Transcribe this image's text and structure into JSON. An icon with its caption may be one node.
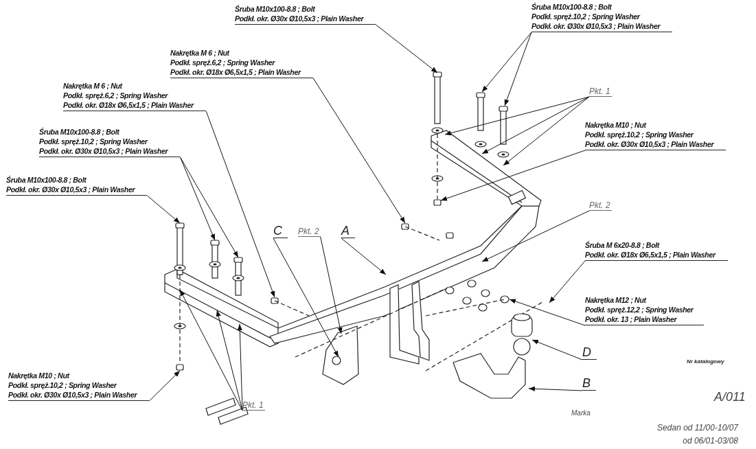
{
  "diagram": {
    "nodes": [
      {
        "text": [
          "Śruba M10x100-8.8 ; Bolt",
          "Podkł. okr. Ø30x Ø10,5x3 ; Plain Washer"
        ]
      },
      {
        "text": [
          "Śruba M10x100-8.8 ; Bolt",
          "Podkł. spręż.10,2 ; Spring Washer",
          "Podkł. okr. Ø30x Ø10,5x3 ; Plain Washer"
        ]
      },
      {
        "text": [
          "Nakrętka M 6 ; Nut",
          "Podkł. spręż.6,2 ; Spring Washer",
          "Podkł. okr. Ø18x Ø6,5x1,5 ; Plain Washer"
        ]
      },
      {
        "text": [
          "Nakrętka M 6 ; Nut",
          "Podkł. spręż.6,2 ; Spring Washer",
          "Podkł. okr. Ø18x Ø6,5x1,5 ; Plain Washer"
        ]
      },
      {
        "text": [
          "Śruba M10x100-8.8 ; Bolt",
          "Podkł. spręż.10,2 ; Spring Washer",
          "Podkł. okr. Ø30x Ø10,5x3 ; Plain Washer"
        ]
      },
      {
        "text": [
          "Śruba M10x100-8.8 ; Bolt",
          "Podkł. okr. Ø30x Ø10,5x3 ; Plain Washer"
        ]
      },
      {
        "text": [
          "Pkt. 1"
        ]
      },
      {
        "text": [
          "Nakrętka M10 ; Nut",
          "Podkł. spręż.10,2 ; Spring Washer",
          "Podkł. okr. Ø30x Ø10,5x3 ; Plain Washer"
        ]
      },
      {
        "text": [
          "Pkt. 2"
        ]
      },
      {
        "text": [
          "Śruba M 6x20-8.8 ; Bolt",
          "Podkł. okr. Ø18x Ø6,5x1,5 ; Plain Washer"
        ]
      },
      {
        "text": [
          "Nakrętka M12 ; Nut",
          "Podkł. spręż.12,2 ; Spring Washer",
          "Podkł. okr. 13 ; Plain Washer"
        ]
      },
      {
        "text": [
          "C"
        ]
      },
      {
        "text": [
          "Pkt. 2"
        ]
      },
      {
        "text": [
          "A"
        ]
      },
      {
        "text": [
          "D"
        ]
      },
      {
        "text": [
          "B"
        ]
      },
      {
        "text": [
          "Nakrętka M10 ; Nut",
          "Podkł. spręż.10,2 ; Spring Washer",
          "Podkł. okr. Ø30x Ø10,5x3 ; Plain Washer"
        ]
      },
      {
        "text": [
          "Pkt. 1"
        ]
      }
    ],
    "edges": [
      {
        "from": 0,
        "to": null,
        "arrow": "to"
      },
      {
        "from": 1,
        "to": null,
        "arrow": "to"
      },
      {
        "from": 1,
        "to": null,
        "arrow": "to"
      },
      {
        "from": 2,
        "to": null,
        "arrow": "to"
      },
      {
        "from": 3,
        "to": null,
        "arrow": "to"
      },
      {
        "from": 4,
        "to": null,
        "arrow": "to"
      },
      {
        "from": 4,
        "to": null,
        "arrow": "to"
      },
      {
        "from": 5,
        "to": null,
        "arrow": "to"
      },
      {
        "from": 6,
        "to": null,
        "arrow": "to"
      },
      {
        "from": 6,
        "to": null,
        "arrow": "to"
      },
      {
        "from": 6,
        "to": null,
        "arrow": "to"
      },
      {
        "from": 7,
        "to": null,
        "arrow": "to"
      },
      {
        "from": 8,
        "to": null,
        "arrow": "to"
      },
      {
        "from": 9,
        "to": null,
        "arrow": "to"
      },
      {
        "from": 10,
        "to": null,
        "arrow": "to"
      },
      {
        "from": 11,
        "to": null,
        "arrow": "to"
      },
      {
        "from": 12,
        "to": null,
        "arrow": "to"
      },
      {
        "from": 13,
        "to": null,
        "arrow": "to"
      },
      {
        "from": 14,
        "to": null,
        "arrow": "to"
      },
      {
        "from": 15,
        "to": null,
        "arrow": "to"
      },
      {
        "from": 16,
        "to": null,
        "arrow": "to"
      },
      {
        "from": 17,
        "to": null,
        "arrow": "to"
      },
      {
        "from": 17,
        "to": null,
        "arrow": "to"
      },
      {
        "from": 17,
        "to": null,
        "arrow": "to"
      }
    ],
    "labels": [
      "Nr katalogowy",
      "A/011",
      "Marka",
      "Sedan od 11/00-10/07",
      "od 06/01-03/08"
    ]
  }
}
